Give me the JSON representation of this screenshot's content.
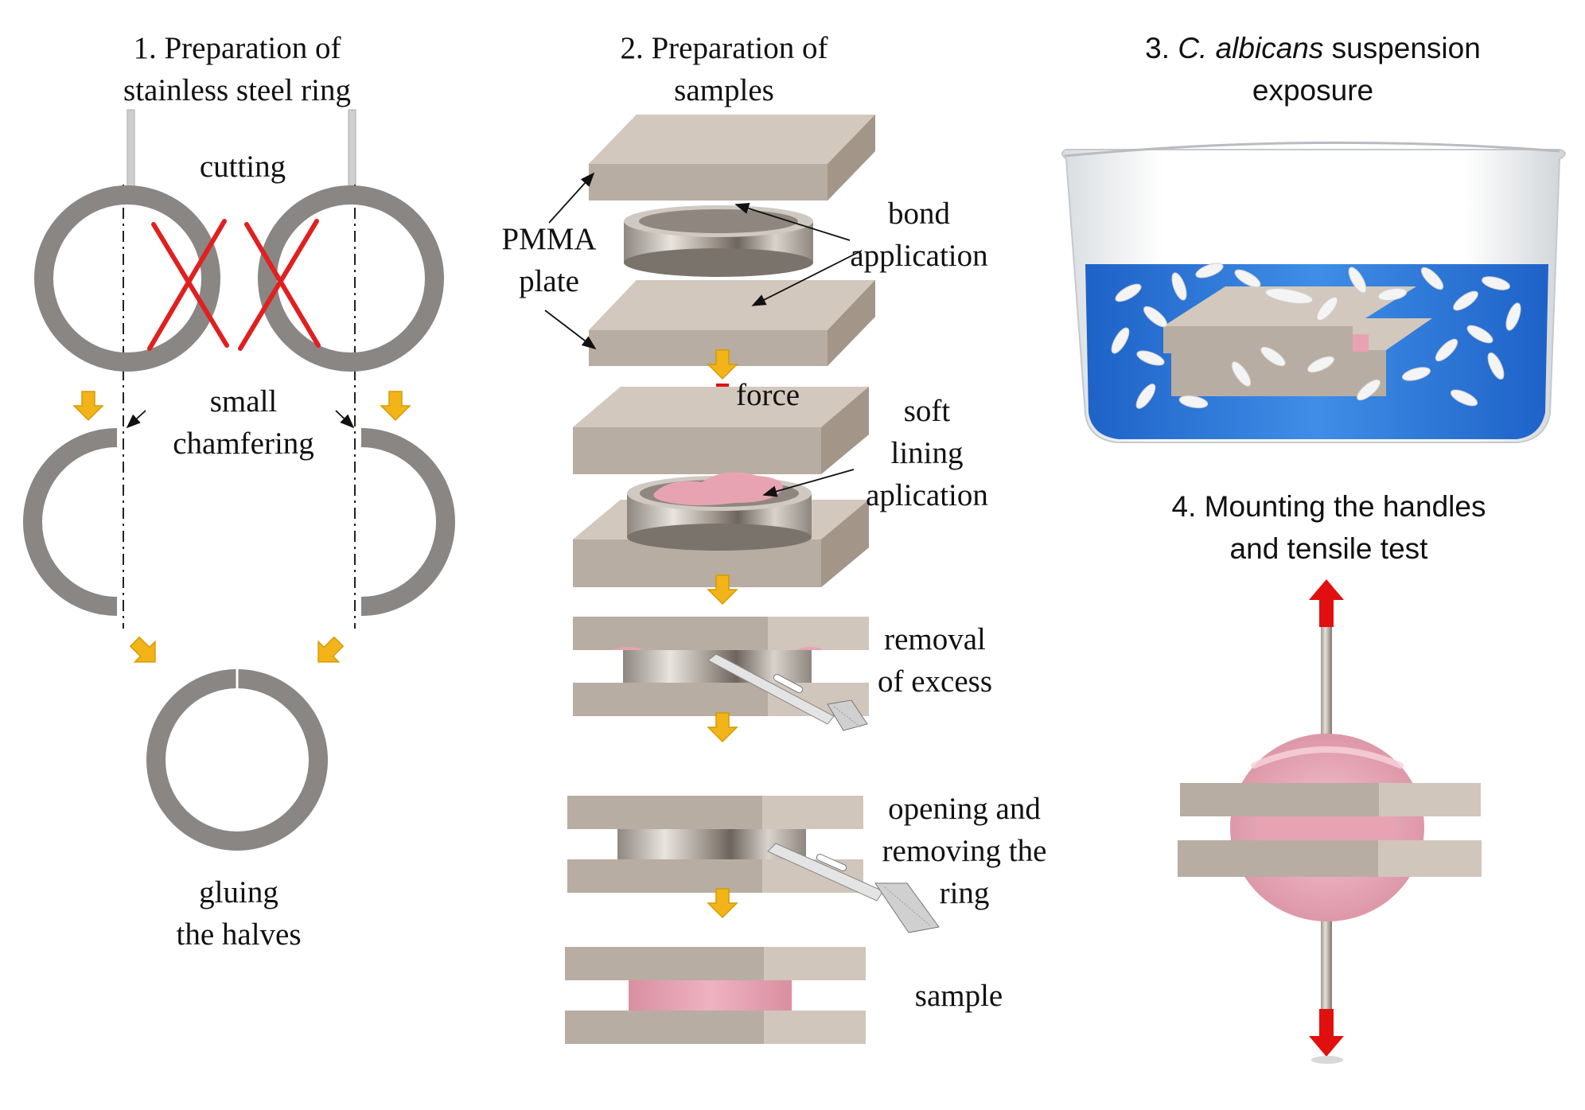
{
  "panel1": {
    "title_line1": "1. Preparation of",
    "title_line2": "stainless steel ring",
    "cutting": "cutting",
    "chamfer_line1": "small",
    "chamfer_line2": "chamfering",
    "gluing_line1": "gluing",
    "gluing_line2": "the halves"
  },
  "panel2": {
    "title_line1": "2. Preparation of",
    "title_line2": "samples",
    "pmma_line1": "PMMA",
    "pmma_line2": "plate",
    "bond_line1": "bond",
    "bond_line2": "application",
    "force": "force",
    "lining_line1": "soft",
    "lining_line2": "lining",
    "lining_line3": "aplication",
    "removal_line1": "removal",
    "removal_line2": "of excess",
    "opening_line1": "opening and",
    "opening_line2": "removing the",
    "opening_line3": "ring",
    "sample": "sample"
  },
  "panel3": {
    "title_prefix": "3. ",
    "title_species": "C. albicans",
    "title_suffix": " suspension",
    "title_line2": "exposure"
  },
  "panel4": {
    "title_line1": "4. Mounting the handles",
    "title_line2": "and tensile test"
  },
  "colors": {
    "ring": "#8a8683",
    "cut_mark": "#e02020",
    "flow_arrow": "#f2b418",
    "force_arrow": "#e01010",
    "plate_top": "#d3c8bd",
    "plate_front": "#b8ada2",
    "lining": "#e8a3b3",
    "liquid": "#2f7fdc"
  }
}
